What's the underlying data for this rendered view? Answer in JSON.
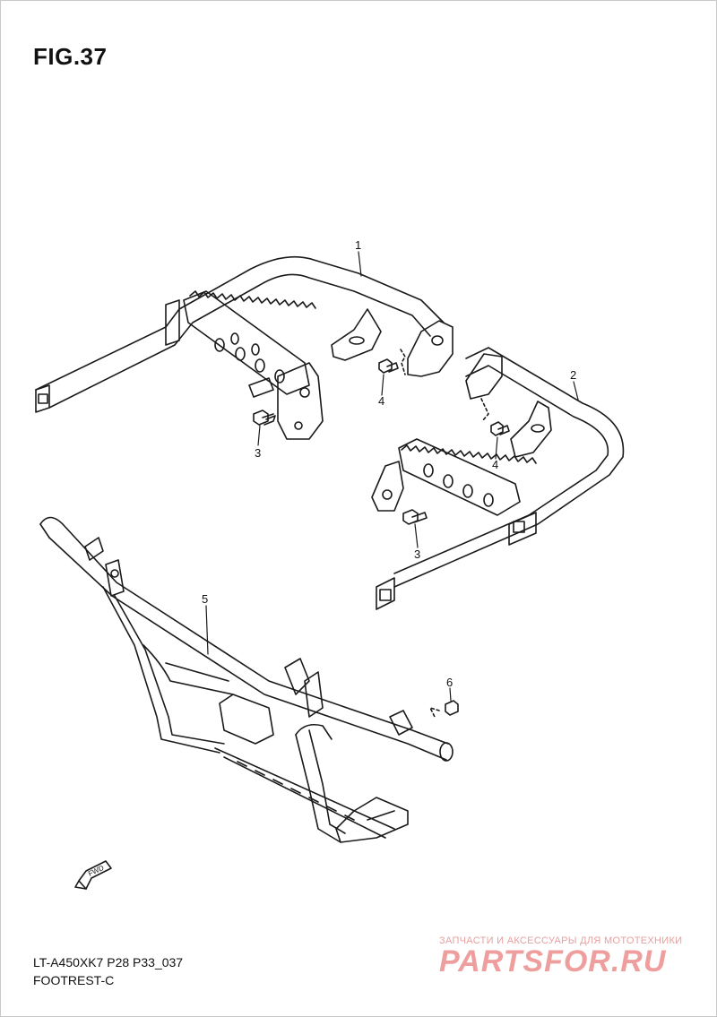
{
  "figure": {
    "title": "FIG.37",
    "code": "LT-A450XK7 P28 P33_037",
    "name": "FOOTREST-C"
  },
  "callouts": [
    {
      "id": "1",
      "label": "1",
      "part": "footrest bracket (left)"
    },
    {
      "id": "2",
      "label": "2",
      "part": "footrest bracket (right)"
    },
    {
      "id": "3a",
      "label": "3",
      "part": "bolt"
    },
    {
      "id": "3b",
      "label": "3",
      "part": "bolt"
    },
    {
      "id": "4a",
      "label": "4",
      "part": "bolt"
    },
    {
      "id": "4b",
      "label": "4",
      "part": "bolt"
    },
    {
      "id": "5",
      "label": "5",
      "part": "front guard frame"
    },
    {
      "id": "6",
      "label": "6",
      "part": "bolt"
    }
  ],
  "fwd_marker": {
    "label": "FWD",
    "icon": "fwd-arrow-icon"
  },
  "watermark": {
    "subtitle": "ЗАПЧАСТИ И АКСЕССУАРЫ ДЛЯ МОТОТЕХНИКИ",
    "brand": "PARTSFOR.RU",
    "color": "#ef9e9e"
  },
  "colors": {
    "line": "#1a1a1a",
    "background": "#ffffff"
  }
}
